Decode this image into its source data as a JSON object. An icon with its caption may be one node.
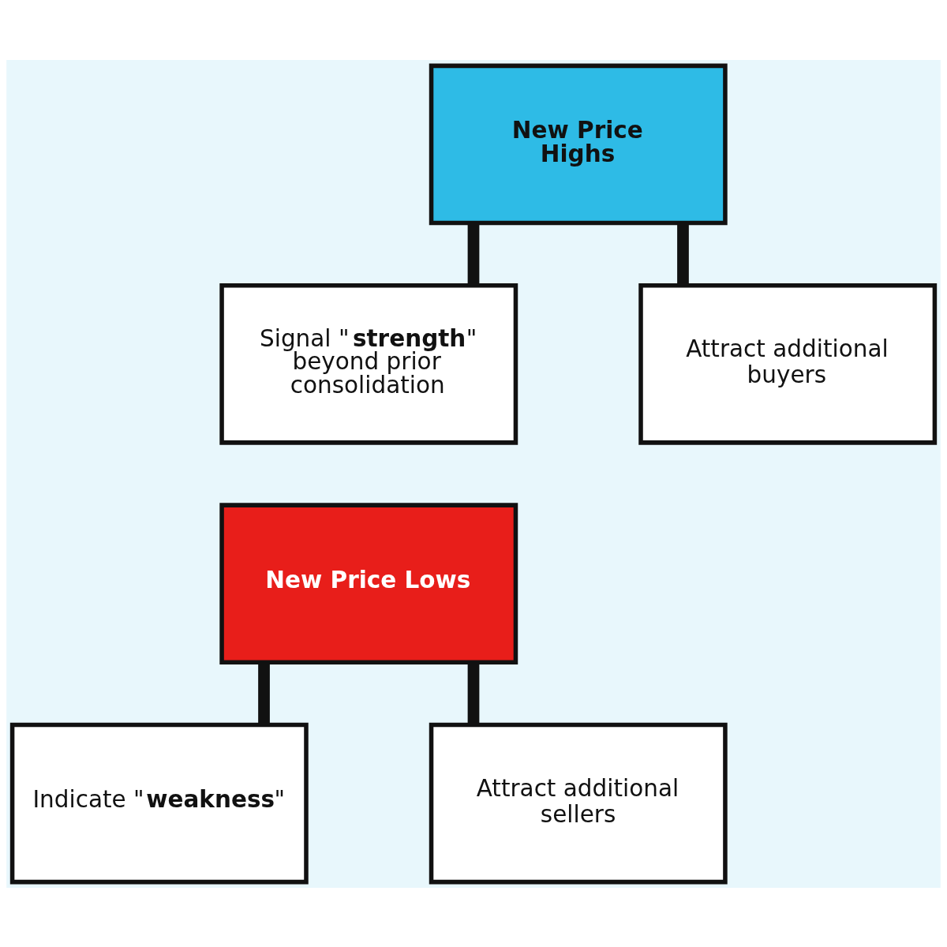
{
  "diagram": {
    "nodes": [
      {
        "text": [
          "New Price Highs"
        ]
      },
      {
        "text": [
          "Signal \"**strength**\" beyond prior consolidation"
        ]
      },
      {
        "text": [
          "Attract additional buyers"
        ]
      },
      {
        "text": [
          "New Price Lows"
        ]
      },
      {
        "text": [
          "Indicate \"**weakness**\""
        ]
      },
      {
        "text": [
          "Attract additional sellers"
        ]
      }
    ],
    "edges": [
      {
        "from": 0,
        "to": 1,
        "arrow": "none"
      },
      {
        "from": 0,
        "to": 2,
        "arrow": "none"
      },
      {
        "from": 3,
        "to": 4,
        "arrow": "none"
      },
      {
        "from": 3,
        "to": 5,
        "arrow": "none"
      }
    ]
  }
}
